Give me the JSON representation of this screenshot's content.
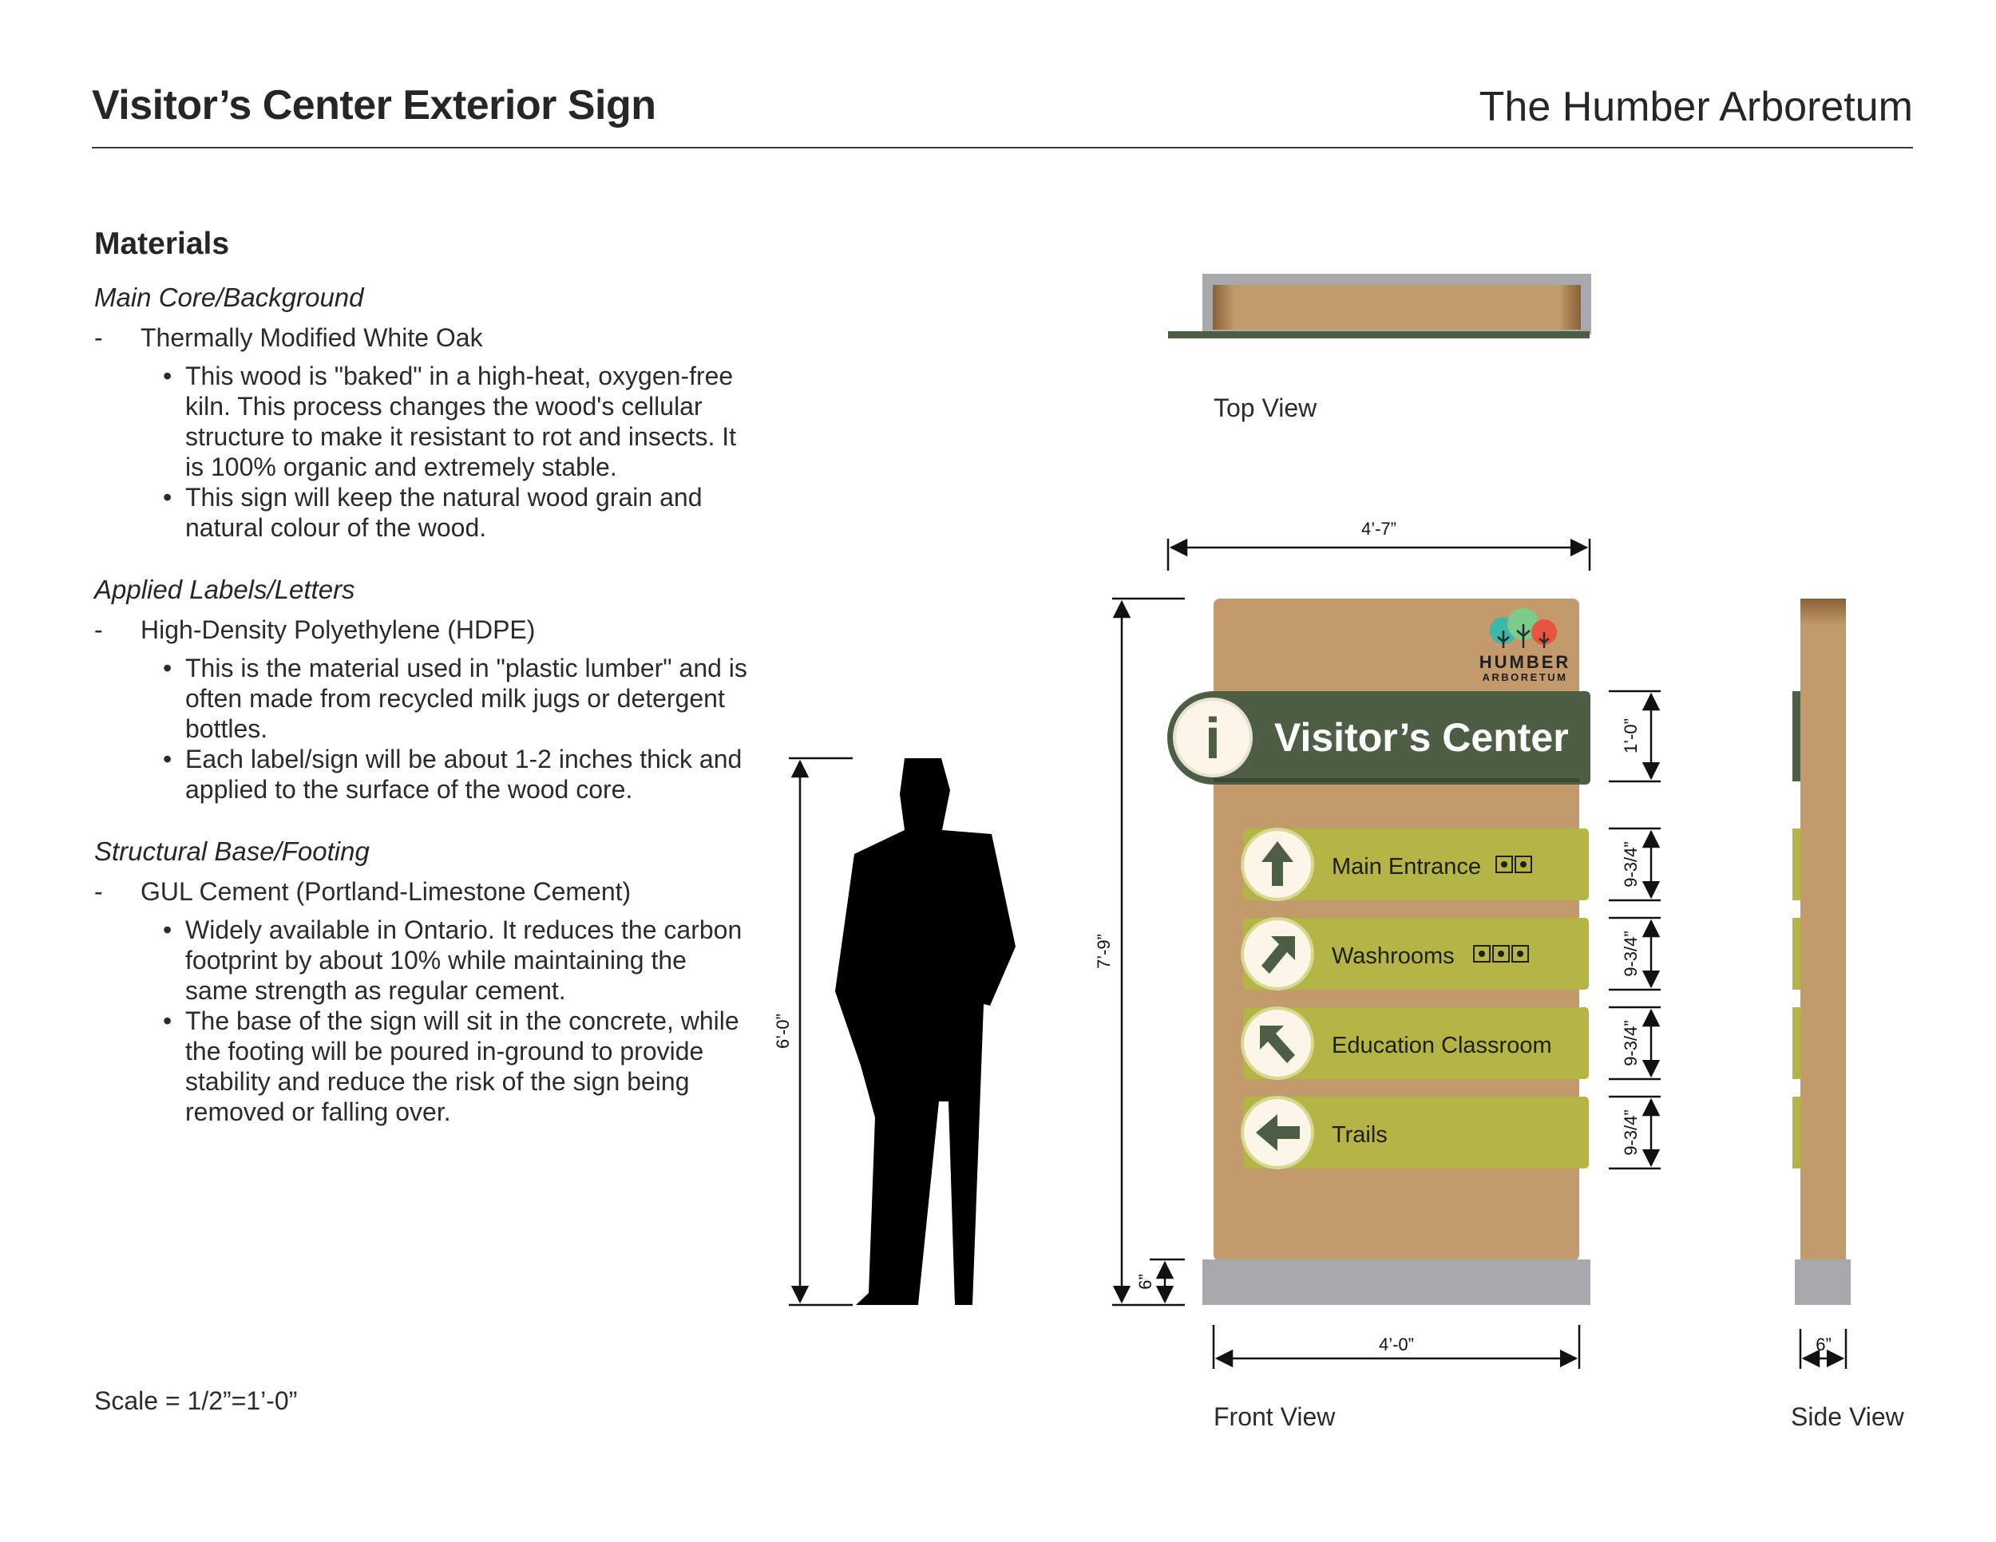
{
  "header": {
    "title": "Visitor’s Center Exterior Sign",
    "organization": "The Humber Arboretum"
  },
  "materials": {
    "heading": "Materials",
    "sections": [
      {
        "title": "Main Core/Background",
        "item": "Thermally Modified White Oak",
        "bullets": [
          "This wood is \"baked\" in a high-heat, oxygen-free kiln. This process changes the wood's cellular structure to make it resistant to rot and insects. It is 100% organic and extremely stable.",
          "This sign will keep the natural wood grain and natural colour of the wood."
        ]
      },
      {
        "title": "Applied Labels/Letters",
        "item": "High-Density Polyethylene (HDPE)",
        "bullets": [
          "This is the material used in \"plastic lumber\" and is often made from recycled milk jugs or detergent bottles.",
          "Each label/sign will be about 1-2 inches thick and applied to the surface of the wood core."
        ]
      },
      {
        "title": "Structural Base/Footing",
        "item": "GUL Cement (Portland-Limestone Cement)",
        "bullets": [
          "Widely available in Ontario. It reduces the carbon footprint by about 10% while maintaining the same strength as regular cement.",
          "The base of the sign will sit in the concrete, while the footing will be poured in-ground to provide stability and reduce the risk of the sign being removed or falling over."
        ]
      }
    ]
  },
  "scale": "Scale = 1/2”=1’-0”",
  "views": {
    "top": "Top View",
    "front": "Front View",
    "side": "Side View"
  },
  "sign": {
    "logo_line1": "HUMBER",
    "logo_line2": "ARBORETUM",
    "header_label": "Visitor’s Center",
    "info_glyph": "i",
    "directions": [
      {
        "label": "Main Entrance",
        "arrow": "up-arrow-icon"
      },
      {
        "label": "Washrooms",
        "arrow": "up-right-arrow-icon"
      },
      {
        "label": "Education Classroom",
        "arrow": "up-left-arrow-icon"
      },
      {
        "label": "Trails",
        "arrow": "left-arrow-icon"
      }
    ]
  },
  "dimensions": {
    "total_width": "4’-7”",
    "core_width": "4’-0”",
    "total_height": "7’-9”",
    "person_height": "6’-0”",
    "base_height": "6”",
    "header_height": "1’-0”",
    "row_height": "9-3/4”",
    "side_depth": "6”"
  },
  "colors": {
    "wood": "#C39A6B",
    "dark_green": "#4E5E44",
    "lime": "#B4B545",
    "cement": "#A7A9AC",
    "cream": "#FBF6E8"
  }
}
